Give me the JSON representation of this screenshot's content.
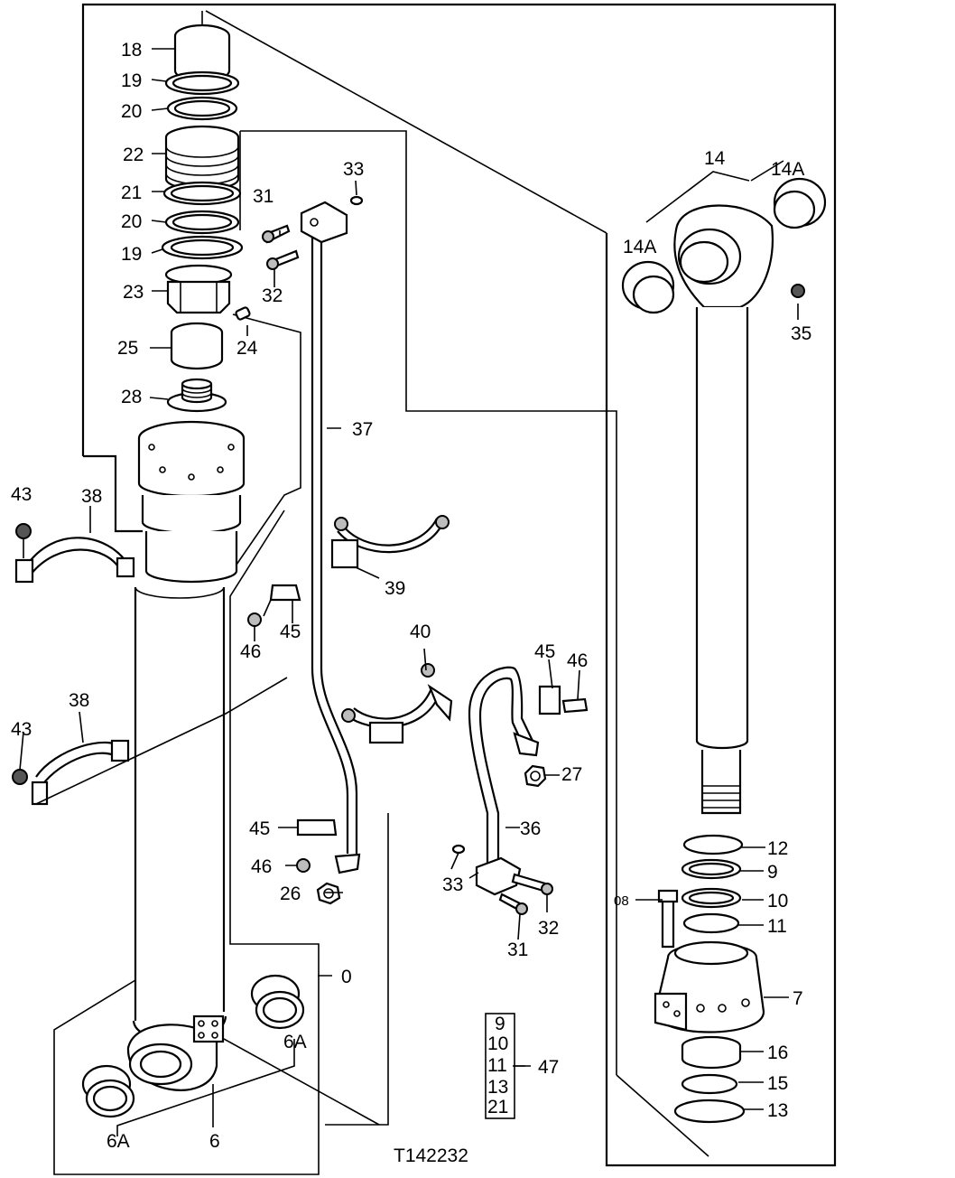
{
  "drawing_id": "T142232",
  "callouts": {
    "c18": "18",
    "c19a": "19",
    "c20a": "20",
    "c22": "22",
    "c21a": "21",
    "c20b": "20",
    "c19b": "19",
    "c23": "23",
    "c24": "24",
    "c25": "25",
    "c28": "28",
    "c33a": "33",
    "c31a": "31",
    "c32a": "32",
    "c37": "37",
    "c14": "14",
    "c14Aa": "14A",
    "c14Ab": "14A",
    "c35": "35",
    "c43a": "43",
    "c38a": "38",
    "c39": "39",
    "c45a": "45",
    "c46a": "46",
    "c40": "40",
    "c45b": "45",
    "c46b": "46",
    "c38b": "38",
    "c43b": "43",
    "c27": "27",
    "c36": "36",
    "c45c": "45",
    "c46c": "46",
    "c26": "26",
    "c33b": "33",
    "c32b": "32",
    "c31b": "31",
    "c12": "12",
    "c9": "9",
    "c08": "08",
    "c10": "10",
    "c11": "11",
    "c7": "7",
    "c16": "16",
    "c15": "15",
    "c13": "13",
    "c0": "0",
    "c6Aa": "6A",
    "c6Ab": "6A",
    "c6": "6"
  },
  "kit": {
    "members": [
      "9",
      "10",
      "11",
      "13",
      "21"
    ],
    "kit_number": "47"
  }
}
